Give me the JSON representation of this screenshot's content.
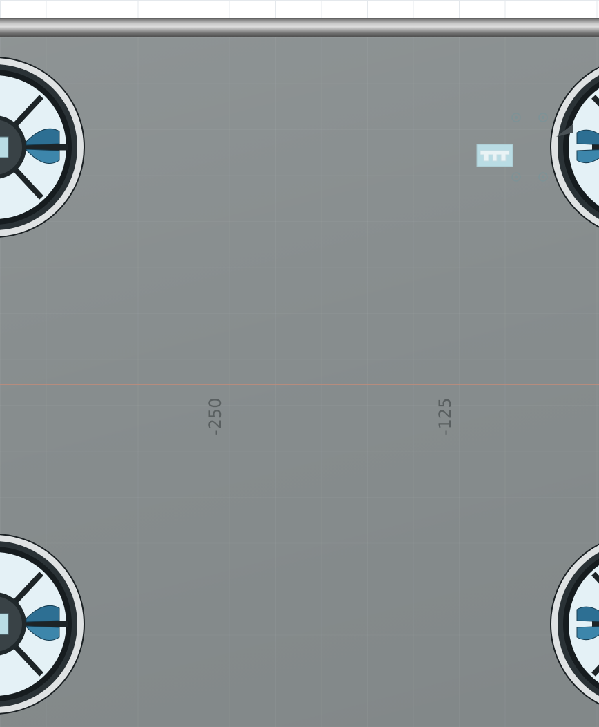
{
  "canvas": {
    "background": "#ffffff",
    "frame_color": "#878d8e",
    "axis_color": "#c08c7a"
  },
  "axis": {
    "ticks": [
      {
        "label": "-250"
      },
      {
        "label": "-125"
      }
    ]
  },
  "motors": [
    {
      "id": "motor-top-left"
    },
    {
      "id": "motor-bottom-left"
    },
    {
      "id": "motor-top-right"
    },
    {
      "id": "motor-bottom-right"
    }
  ],
  "colors": {
    "ring": "#1d2427",
    "blade": "#2d6f93",
    "hub": "#20282b",
    "component": "#b9dce4"
  },
  "icons": {
    "motor": "propeller-motor-icon",
    "chip": "flight-controller-icon",
    "pad": "mount-pad-icon"
  }
}
